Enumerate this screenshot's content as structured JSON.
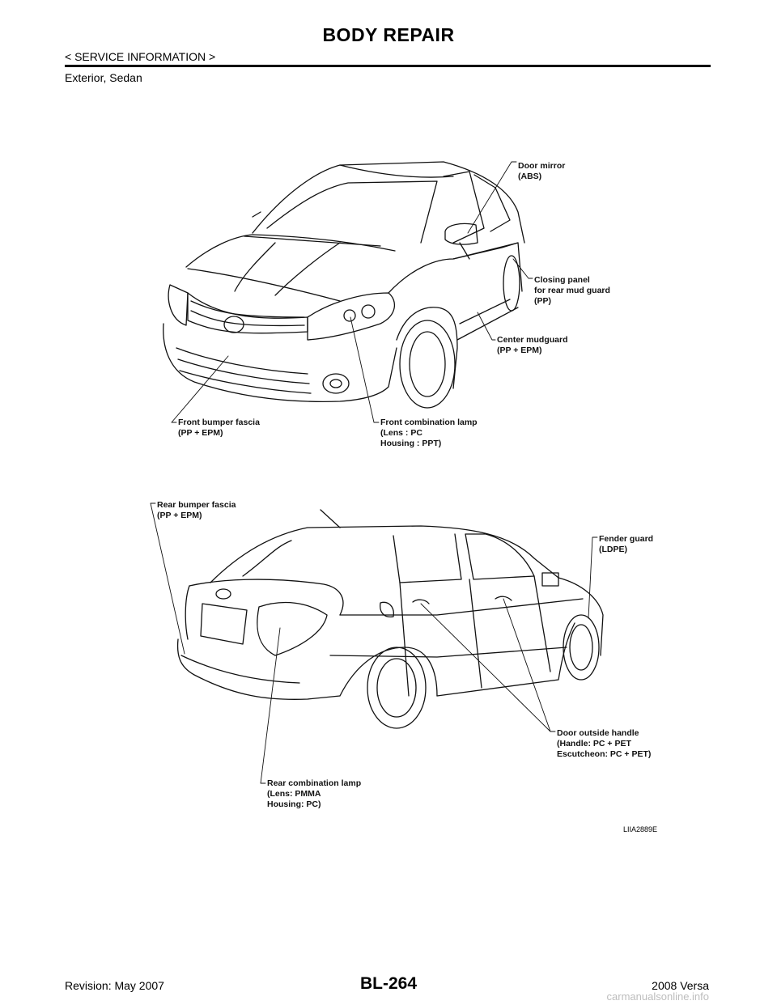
{
  "header": {
    "title": "BODY REPAIR",
    "section": "< SERVICE INFORMATION >",
    "subsection": "Exterior, Sedan"
  },
  "figure": {
    "top_callouts": [
      {
        "lines": [
          "Door mirror",
          "(ABS)"
        ]
      },
      {
        "lines": [
          "Closing panel",
          "for rear mud guard",
          "(PP)"
        ]
      },
      {
        "lines": [
          "Center mudguard",
          "(PP + EPM)"
        ]
      },
      {
        "lines": [
          "Front bumper fascia",
          "(PP + EPM)"
        ]
      },
      {
        "lines": [
          "Front combination lamp",
          "(Lens : PC",
          "Housing : PPT)"
        ]
      }
    ],
    "bottom_callouts": [
      {
        "lines": [
          "Rear bumper fascia",
          "(PP + EPM)"
        ]
      },
      {
        "lines": [
          "Fender guard",
          "(LDPE)"
        ]
      },
      {
        "lines": [
          "Door outside handle",
          "(Handle: PC + PET",
          "Escutcheon: PC + PET)"
        ]
      },
      {
        "lines": [
          "Rear combination lamp",
          "(Lens: PMMA",
          "Housing: PC)"
        ]
      }
    ],
    "code": "LIIA2889E"
  },
  "footer": {
    "page_number": "BL-264",
    "revision": "Revision: May 2007",
    "model": "2008 Versa",
    "watermark": "carmanualsonline.info"
  }
}
